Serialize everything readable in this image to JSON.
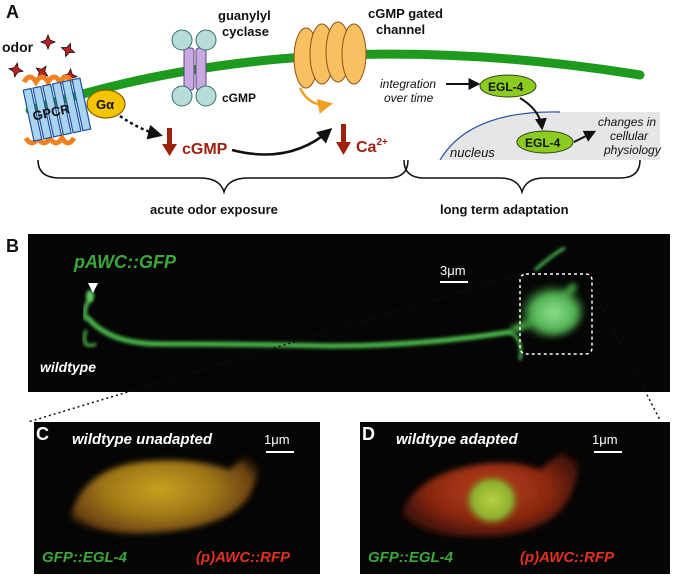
{
  "panel_a": {
    "letter": "A",
    "odor": "odor",
    "gpcr": "GPCR",
    "galpha": "Gα",
    "guanylyl_cyclase_line1": "guanylyl",
    "guanylyl_cyclase_line2": "cyclase",
    "cgmp_small": "cGMP",
    "cgmp_channel_line1": "cGMP gated",
    "cgmp_channel_line2": "channel",
    "cgmp_big": "cGMP",
    "ca_text": "Ca",
    "ca_sup": "2+",
    "integration_line1": "integration",
    "integration_line2": "over time",
    "egl4_top": "EGL-4",
    "egl4_bottom": "EGL-4",
    "nucleus": "nucleus",
    "changes_line1": "changes in",
    "changes_line2": "cellular",
    "changes_line3": "physiology",
    "acute": "acute odor exposure",
    "long_term": "long term adaptation"
  },
  "panel_b": {
    "letter": "B",
    "marker": "pAWC::GFP",
    "scale": "3μm",
    "condition": "wildtype"
  },
  "panel_c": {
    "letter": "C",
    "condition": "wildtype unadapted",
    "scale": "1μm",
    "green_label": "GFP::EGL-4",
    "red_label": "(p)AWC::RFP"
  },
  "panel_d": {
    "letter": "D",
    "condition": "wildtype adapted",
    "scale": "1μm",
    "green_label": "GFP::EGL-4",
    "red_label": "(p)AWC::RFP"
  },
  "colors": {
    "membrane": "#1e9a1e",
    "gpcr_fill": "#a8d4ee",
    "gpcr_loops": "#f08020",
    "galpha_fill": "#f5c400",
    "cyclase_fill": "#c8a8e0",
    "cyclase_head": "#b8dcd8",
    "channel_fill": "#f7c060",
    "red_text": "#a02010",
    "egl4_fill": "#8ccc20",
    "gfp_green": "#48b848",
    "rfp_red": "#e03020"
  }
}
